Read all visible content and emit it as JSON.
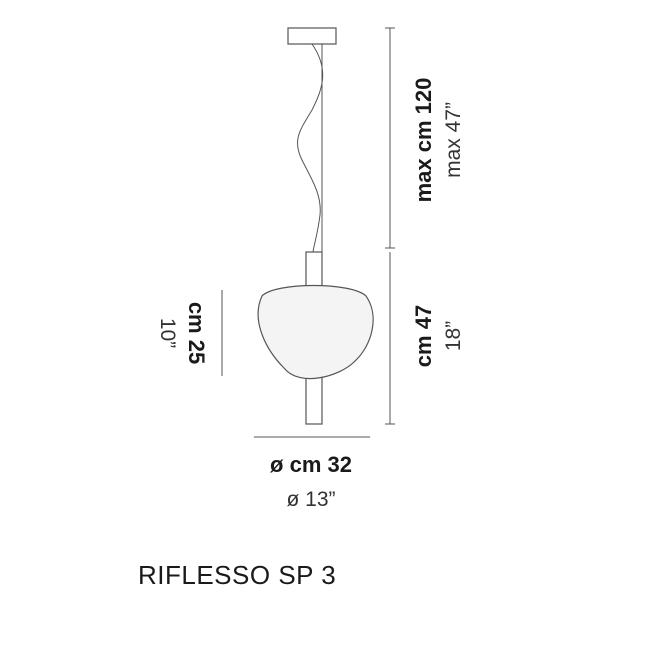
{
  "product": {
    "model_name": "RIFLESSO SP 3"
  },
  "dimensions": {
    "total_height_cm": "max cm 120",
    "total_height_in": "max 47”",
    "lamp_height_cm": "cm 47",
    "lamp_height_in": "18”",
    "shade_height_cm": "cm 25",
    "shade_height_in": "10”",
    "diameter_cm": "ø cm 32",
    "diameter_in": "ø 13”"
  },
  "colors": {
    "line": "#555555",
    "shade_fill": "#f4f4f4",
    "text": "#1a1a1a"
  }
}
